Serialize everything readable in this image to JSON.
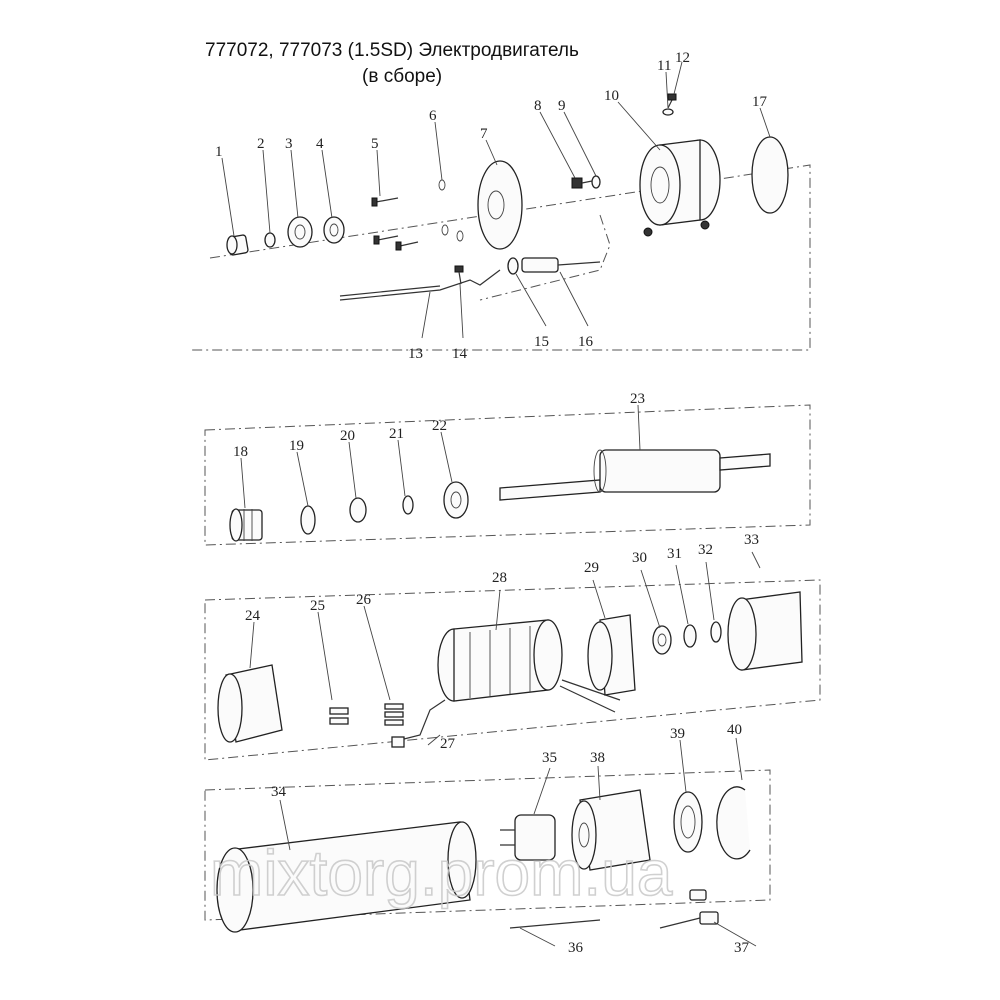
{
  "header": {
    "title_line1": "777072, 777073 (1.5SD) Электродвигатель",
    "title_line2": "(в сборе)"
  },
  "watermark": "mixtorg.prom.ua",
  "part_numbers": [
    "1",
    "2",
    "3",
    "4",
    "5",
    "6",
    "7",
    "8",
    "9",
    "10",
    "11",
    "12",
    "13",
    "14",
    "15",
    "16",
    "17",
    "18",
    "19",
    "20",
    "21",
    "22",
    "23",
    "24",
    "25",
    "26",
    "27",
    "28",
    "29",
    "30",
    "31",
    "32",
    "33",
    "34",
    "35",
    "36",
    "37",
    "38",
    "39",
    "40"
  ]
}
